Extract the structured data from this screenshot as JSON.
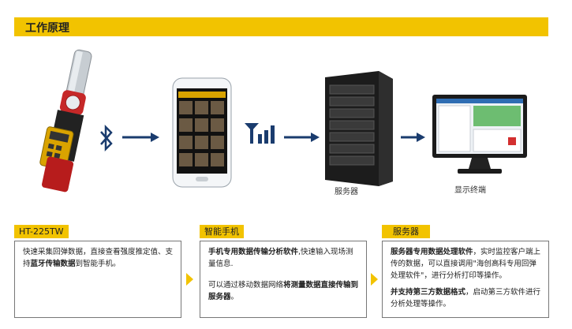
{
  "banner": {
    "title": "工作原理"
  },
  "devices": {
    "server_caption": "服务器",
    "terminal_caption": "显示终端"
  },
  "steps": [
    {
      "tag": "HT-225TW",
      "p1a": "快速采集回弹数据，直接查看强度推定值、支持",
      "p1b": "蓝牙传输数据",
      "p1c": "到智能手机。"
    },
    {
      "tag": "智能手机",
      "p1a": "手机专用数据传输分析软件",
      "p1b": ",快速输入现场测量信息.",
      "p2a": "可以通过移动数据网络",
      "p2b": "将测量数据直接传输到服务器",
      "p2c": "。"
    },
    {
      "tag": "服务器",
      "p1a": "服务器专用数据处理软件",
      "p1b": "，实时监控客户端上传的数据，可以直接调用\"海创高科专用回弹处理软件\"，进行分析打印等操作。",
      "p2a": "并支持第三方数据格式",
      "p2b": "，启动第三方软件进行分析处理等操作。"
    }
  ],
  "colors": {
    "accent": "#f2c300",
    "arrow": "#1a3c6e"
  }
}
